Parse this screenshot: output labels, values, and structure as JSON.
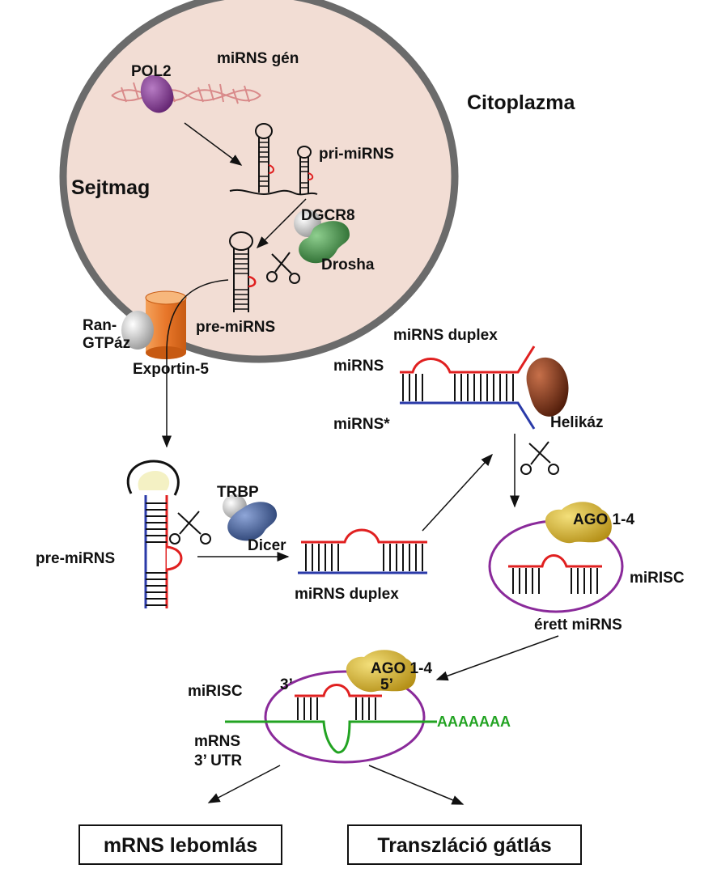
{
  "compartments": {
    "nucleus": "Sejtmag",
    "cytoplasm": "Citoplazma"
  },
  "labels": {
    "pol2": "POL2",
    "mirna_gene": "miRNS gén",
    "pri_mirna": "pri-miRNS",
    "dgcr8": "DGCR8",
    "drosha": "Drosha",
    "pre_mirna_nucleus": "pre-miRNS",
    "ran": "Ran-",
    "gtpaz": "GTPáz",
    "exportin": "Exportin-5",
    "pre_mirna_cyto": "pre-miRNS",
    "trbp": "TRBP",
    "dicer": "Dicer",
    "duplex_bottom": "miRNS duplex",
    "duplex_top": "miRNS duplex",
    "mirna": "miRNS",
    "mirna_star": "miRNS*",
    "helikaz": "Helikáz",
    "ago_top": "AGO 1-4",
    "mirisc_top": "miRISC",
    "mature_mirna": "érett miRNS",
    "ago_bottom": "AGO 1-4",
    "mirisc_bottom": "miRISC",
    "three_prime": "3’",
    "five_prime": "5’",
    "polya": "AAAAAAA",
    "mrna": "mRNS",
    "utr": "3’ UTR"
  },
  "outcomes": {
    "left": "mRNS lebomlás",
    "right": "Transzláció gátlás"
  },
  "colors": {
    "nucleus_fill": "#f2ddd4",
    "nucleus_border": "#6b6b6b",
    "pol2": "#7a2a86",
    "drosha": "#2f7d32",
    "dicer": "#2f4f8f",
    "helicase": "#7a2e12",
    "ago": "#d6b21e",
    "exportin": "#e8772a",
    "risc_border": "#8a2a9a",
    "mrna": "#22a322",
    "strand_red": "#e02020",
    "strand_blue": "#2a3aa8"
  }
}
